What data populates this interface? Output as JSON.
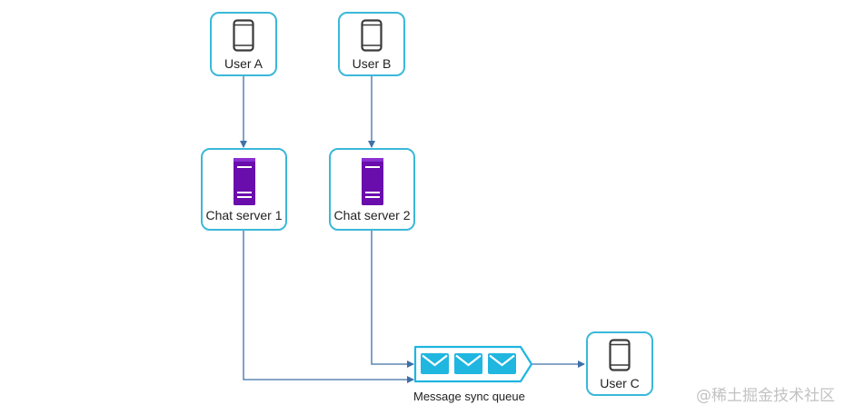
{
  "nodes": {
    "user_a": {
      "label": "User A",
      "icon": "smartphone-icon"
    },
    "user_b": {
      "label": "User B",
      "icon": "smartphone-icon"
    },
    "user_c": {
      "label": "User C",
      "icon": "smartphone-icon"
    },
    "chat_server_1": {
      "label": "Chat server 1",
      "icon": "server-icon"
    },
    "chat_server_2": {
      "label": "Chat server 2",
      "icon": "server-icon"
    },
    "queue": {
      "label": "Message sync queue",
      "icon": "message-queue-icon"
    }
  },
  "edges": [
    {
      "from": "User A",
      "to": "Chat server 1"
    },
    {
      "from": "User B",
      "to": "Chat server 2"
    },
    {
      "from": "Chat server 1",
      "to": "Message sync queue"
    },
    {
      "from": "Chat server 2",
      "to": "Message sync queue"
    },
    {
      "from": "Message sync queue",
      "to": "User C"
    }
  ],
  "watermark": "@稀土掘金技术社区",
  "colors": {
    "node_border": "#3bb8da",
    "edge": "#3f6fa8",
    "server": "#6a0dad",
    "phone": "#3a3a3a",
    "queue": "#1fb6e0"
  }
}
